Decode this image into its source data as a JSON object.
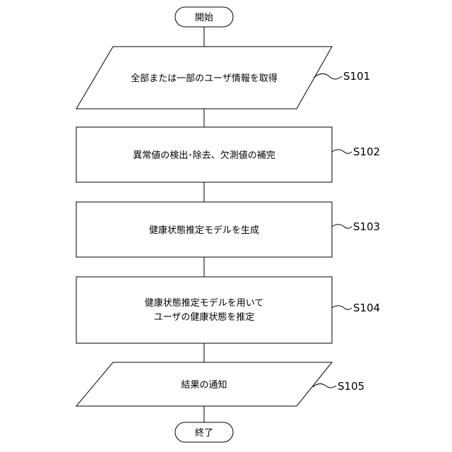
{
  "flowchart": {
    "start_label": "開始",
    "end_label": "終了",
    "steps": [
      {
        "id": "S101",
        "shape": "parallelogram",
        "lines": [
          "全部または一部のユーザ情報を取得"
        ]
      },
      {
        "id": "S102",
        "shape": "rectangle",
        "lines": [
          "異常値の検出･除去、欠測値の補完"
        ]
      },
      {
        "id": "S103",
        "shape": "rectangle",
        "lines": [
          "健康状態推定モデルを生成"
        ]
      },
      {
        "id": "S104",
        "shape": "rectangle",
        "lines": [
          "健康状態推定モデルを用いて",
          "ユーザの健康状態を推定"
        ]
      },
      {
        "id": "S105",
        "shape": "parallelogram",
        "lines": [
          "結果の通知"
        ]
      }
    ]
  }
}
